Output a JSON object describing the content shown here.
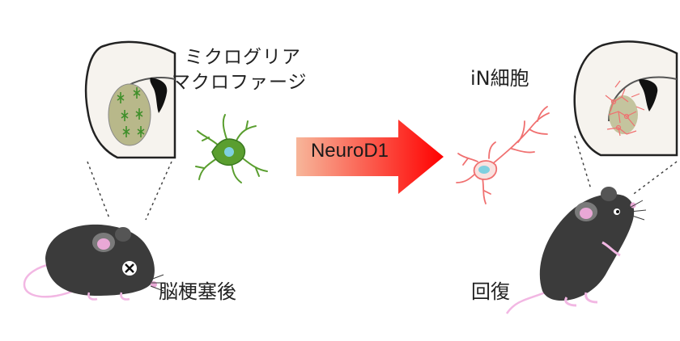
{
  "labels": {
    "microglia_line1": "ミクログリア",
    "microglia_line2": "マクロファージ",
    "in_cells": "iN細胞",
    "after_infarct": "脳梗塞後",
    "recovery": "回復"
  },
  "arrow": {
    "text": "NeuroD1",
    "color_start": "#f7b69a",
    "color_end": "#ff0000"
  },
  "colors": {
    "mouse_body": "#3b3b3b",
    "mouse_ear_inner": "#e9a8d6",
    "mouse_tail": "#f2b7e3",
    "microglia_green": "#5a9e2f",
    "cell_nucleus": "#7fd0e0",
    "neuron_red": "#f07070",
    "infarct_fill": "#b8b88a",
    "brain_fill": "#f6f3ee"
  }
}
